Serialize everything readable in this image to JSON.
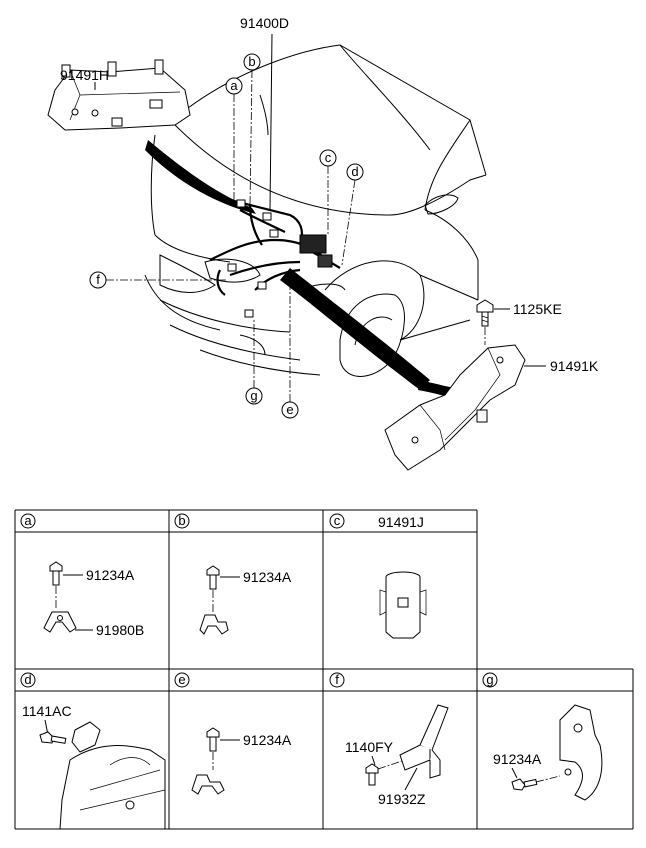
{
  "main": {
    "harness_label": "91400D",
    "bracket_left_label": "91491H",
    "bracket_right_label": "91491K",
    "bolt_label": "1125KE",
    "callouts": [
      "a",
      "b",
      "c",
      "d",
      "e",
      "f",
      "g"
    ]
  },
  "table": {
    "cells": [
      {
        "letter": "a",
        "parts": [
          "91234A",
          "91980B"
        ]
      },
      {
        "letter": "b",
        "parts": [
          "91234A"
        ]
      },
      {
        "letter": "c",
        "title": "91491J",
        "parts": []
      },
      {
        "letter": "d",
        "parts": [
          "1141AC"
        ]
      },
      {
        "letter": "e",
        "parts": [
          "91234A"
        ]
      },
      {
        "letter": "f",
        "parts": [
          "1140FY",
          "91932Z"
        ]
      },
      {
        "letter": "g",
        "parts": [
          "91234A"
        ]
      }
    ]
  },
  "icons": {
    "bolt": "bolt-icon",
    "clip": "clip-icon",
    "bracket": "bracket-icon",
    "grommet": "grommet-icon"
  }
}
